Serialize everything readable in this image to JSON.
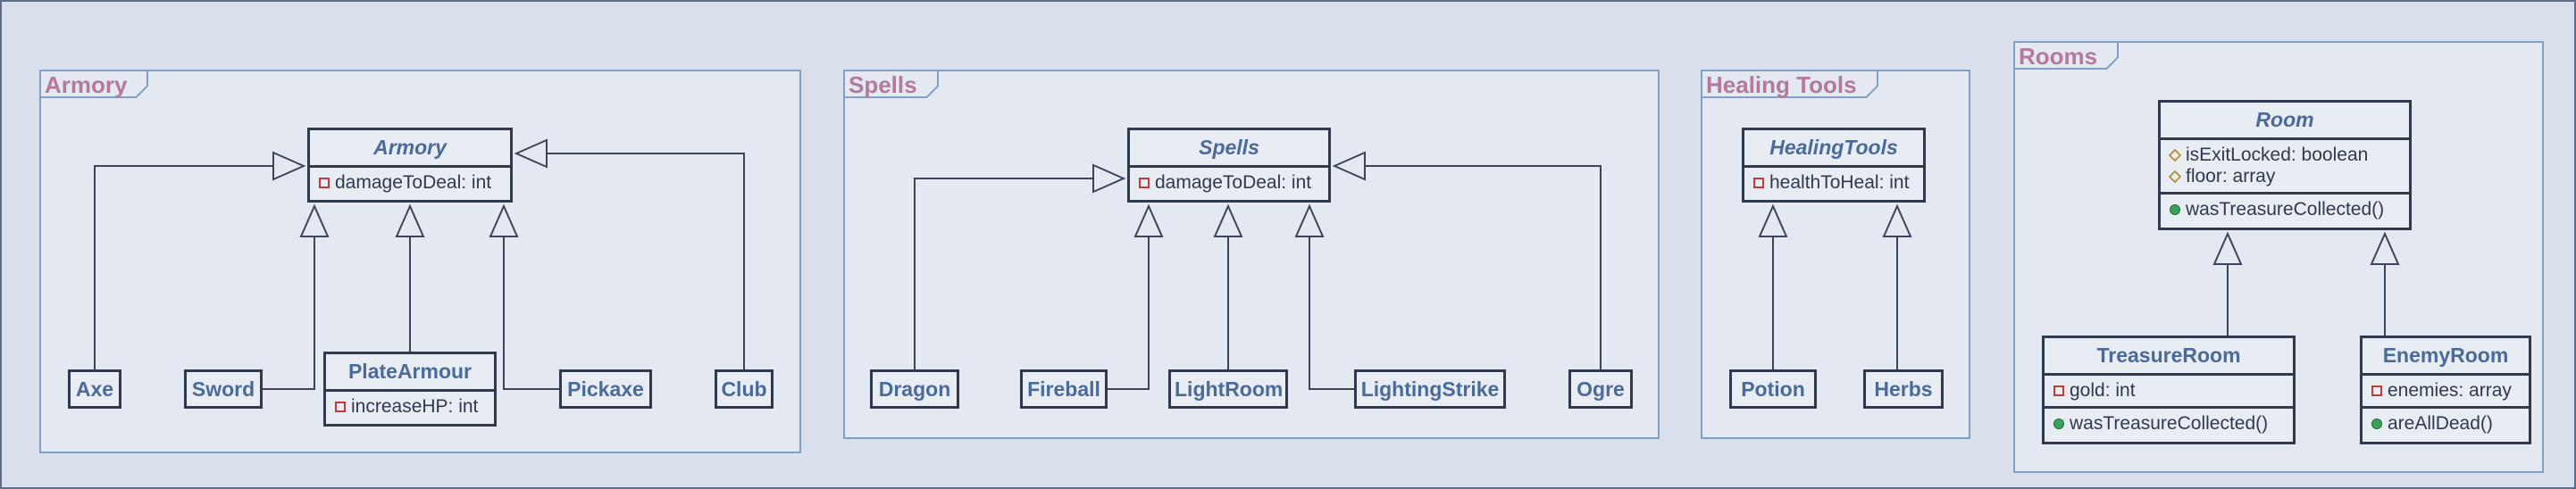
{
  "diagram": {
    "packages": [
      {
        "id": "armory",
        "label": "Armory"
      },
      {
        "id": "spells",
        "label": "Spells"
      },
      {
        "id": "healing",
        "label": "Healing Tools"
      },
      {
        "id": "rooms",
        "label": "Rooms"
      }
    ],
    "classes": {
      "armory": {
        "name": "Armory",
        "abstract": true,
        "attributes": [
          {
            "vis": "private",
            "text": "damageToDeal: int"
          }
        ]
      },
      "axe": {
        "name": "Axe"
      },
      "sword": {
        "name": "Sword"
      },
      "plate_armour": {
        "name": "PlateArmour",
        "attributes": [
          {
            "vis": "private",
            "text": "increaseHP: int"
          }
        ]
      },
      "pickaxe": {
        "name": "Pickaxe"
      },
      "club": {
        "name": "Club"
      },
      "spells": {
        "name": "Spells",
        "abstract": true,
        "attributes": [
          {
            "vis": "private",
            "text": "damageToDeal: int"
          }
        ]
      },
      "dragon": {
        "name": "Dragon"
      },
      "fireball": {
        "name": "Fireball"
      },
      "light_room": {
        "name": "LightRoom"
      },
      "lighting_strike": {
        "name": "LightingStrike"
      },
      "ogre": {
        "name": "Ogre"
      },
      "healing_tools": {
        "name": "HealingTools",
        "abstract": true,
        "attributes": [
          {
            "vis": "private",
            "text": "healthToHeal: int"
          }
        ]
      },
      "potion": {
        "name": "Potion"
      },
      "herbs": {
        "name": "Herbs"
      },
      "room": {
        "name": "Room",
        "abstract": true,
        "attributes": [
          {
            "vis": "protected",
            "text": "isExitLocked: boolean"
          },
          {
            "vis": "protected",
            "text": "floor: array"
          }
        ],
        "methods": [
          {
            "vis": "public",
            "text": "wasTreasureCollected()"
          }
        ]
      },
      "treasure_room": {
        "name": "TreasureRoom",
        "attributes": [
          {
            "vis": "private",
            "text": "gold: int"
          }
        ],
        "methods": [
          {
            "vis": "public",
            "text": "wasTreasureCollected()"
          }
        ]
      },
      "enemy_room": {
        "name": "EnemyRoom",
        "attributes": [
          {
            "vis": "private",
            "text": "enemies: array"
          }
        ],
        "methods": [
          {
            "vis": "public",
            "text": "areAllDead()"
          }
        ]
      }
    },
    "relations": [
      {
        "from": "axe",
        "to": "armory",
        "type": "generalization"
      },
      {
        "from": "sword",
        "to": "armory",
        "type": "generalization"
      },
      {
        "from": "plate_armour",
        "to": "armory",
        "type": "generalization"
      },
      {
        "from": "pickaxe",
        "to": "armory",
        "type": "generalization"
      },
      {
        "from": "club",
        "to": "armory",
        "type": "generalization"
      },
      {
        "from": "dragon",
        "to": "spells",
        "type": "generalization"
      },
      {
        "from": "fireball",
        "to": "spells",
        "type": "generalization"
      },
      {
        "from": "light_room",
        "to": "spells",
        "type": "generalization"
      },
      {
        "from": "lighting_strike",
        "to": "spells",
        "type": "generalization"
      },
      {
        "from": "ogre",
        "to": "spells",
        "type": "generalization"
      },
      {
        "from": "potion",
        "to": "healing_tools",
        "type": "generalization"
      },
      {
        "from": "herbs",
        "to": "healing_tools",
        "type": "generalization"
      },
      {
        "from": "treasure_room",
        "to": "room",
        "type": "generalization"
      },
      {
        "from": "enemy_room",
        "to": "room",
        "type": "generalization"
      }
    ]
  }
}
